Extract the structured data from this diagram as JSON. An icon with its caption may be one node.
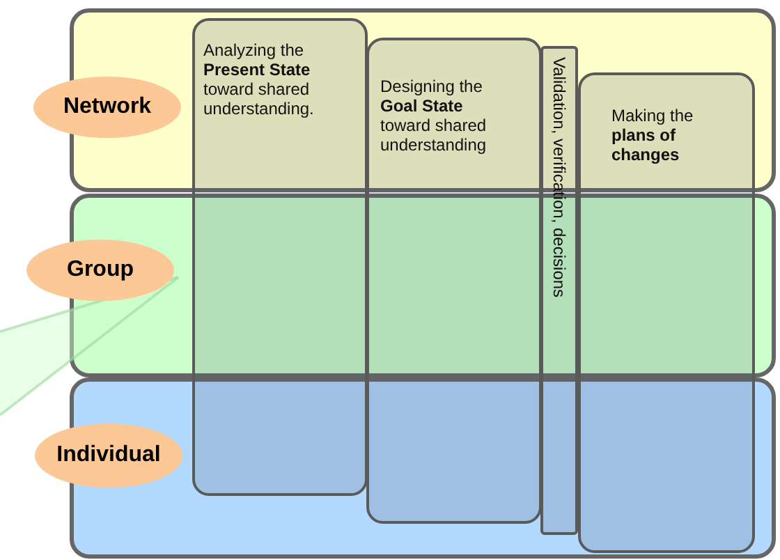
{
  "diagram": {
    "nodes": [
      {
        "text": [],
        "shape": "box"
      },
      {
        "text": [
          "Network"
        ]
      },
      {
        "text": [
          "Analyzing the **Present State** toward shared understanding."
        ]
      },
      {
        "text": [
          "Designing the **Goal State** toward shared understanding"
        ]
      },
      {
        "text": [
          "Validation, verification, decisions"
        ]
      },
      {
        "text": [
          "Making the **plans of changes**"
        ]
      },
      {
        "text": [],
        "shape": "box"
      },
      {
        "text": [
          "Group"
        ]
      },
      {
        "text": [],
        "shape": "box"
      },
      {
        "text": [
          "Individual"
        ]
      }
    ]
  }
}
